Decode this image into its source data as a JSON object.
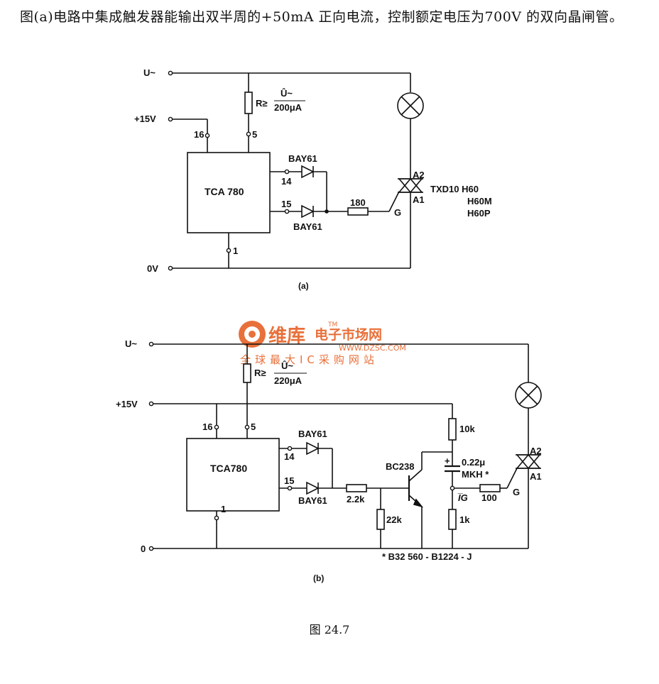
{
  "intro_text": "图(a)电路中集成触发器能输出双半周的+50mA 正向电流，控制额定电压为700V 的双向晶闸管。",
  "figure_caption": "图 24.7",
  "circuit_a": {
    "sub_caption": "(a)",
    "supply_ac": "U~",
    "supply_15v": "+15V",
    "ground": "0V",
    "ic_name": "TCA 780",
    "pin_16": "16",
    "pin_5": "5",
    "pin_14": "14",
    "pin_15": "15",
    "pin_1": "1",
    "resistor_r": "R≥",
    "resistor_r_num": "Û~",
    "resistor_r_den": "200μA",
    "diode_top": "BAY61",
    "diode_bottom": "BAY61",
    "gate_resistor": "180",
    "gate_label": "G",
    "triac_a2": "A2",
    "triac_a1": "A1",
    "triac_types": [
      "TXD10 H60",
      "H60M",
      "H60P"
    ]
  },
  "circuit_b": {
    "sub_caption": "(b)",
    "supply_ac": "U~",
    "supply_15v": "+15V",
    "ground": "0",
    "ic_name": "TCA780",
    "pin_16": "16",
    "pin_5": "5",
    "pin_14": "14",
    "pin_15": "15",
    "pin_1": "1",
    "resistor_r": "R≥",
    "resistor_r_num": "Û~",
    "resistor_r_den": "220μA",
    "diode_top": "BAY61",
    "diode_bottom": "BAY61",
    "base_resistor": "2.2k",
    "pulldown_resistor": "22k",
    "transistor": "BC238",
    "collector_resistor": "10k",
    "capacitor_value": "0.22μ",
    "capacitor_type": "MKH *",
    "emitter_resistor": "1k",
    "gate_current": "I̅G",
    "gate_resistor": "100",
    "gate_label": "G",
    "triac_a2": "A2",
    "triac_a1": "A1",
    "footnote": "* B32 560 - B1224 - J"
  },
  "watermark": {
    "brand": "维库",
    "site": "电子市场网",
    "url": "WWW.DZSC.COM",
    "slogan": "全球最大IC采购网站",
    "tm": "TM",
    "color": "#e8703a"
  }
}
